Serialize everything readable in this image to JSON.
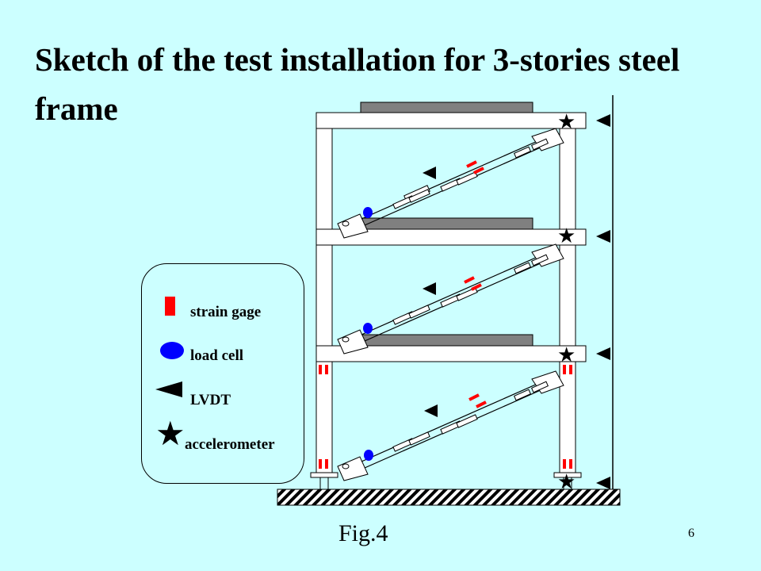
{
  "title": "Sketch of the test installation for 3-stories steel frame",
  "legend": {
    "strain_gage": "strain gage",
    "load_cell": "load cell",
    "lvdt": "LVDT",
    "accelerometer": "accelerometer",
    "icons": [
      "strain-gage-icon",
      "load-cell-icon",
      "lvdt-triangle-icon",
      "accelerometer-star-icon"
    ]
  },
  "figure_label": "Fig.4",
  "page_number": "6",
  "colors": {
    "background": "#ccffff",
    "strain_gage": "#ff0000",
    "load_cell": "#0000ff",
    "slab": "#808080",
    "frame_fill": "#ffffff"
  }
}
